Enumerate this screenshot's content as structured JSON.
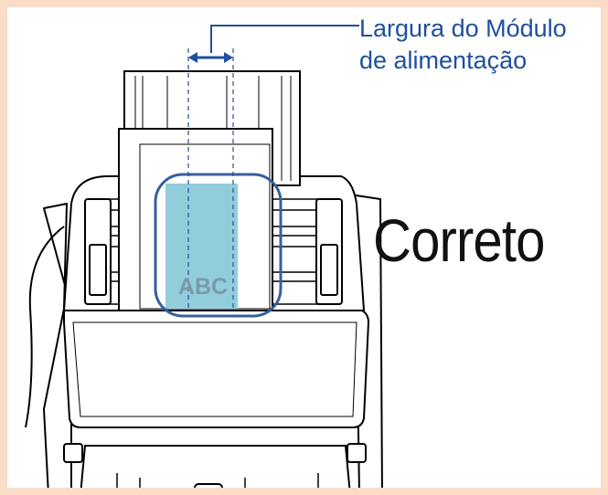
{
  "callout": {
    "line1": "Largura do Módulo",
    "line2": "de alimentação"
  },
  "status_word": "Correto",
  "document_text": "ABC",
  "colors": {
    "border": "#fbdcc6",
    "callout_blue": "#1f4fa0",
    "document_fill": "#92cddc",
    "highlight_stroke": "#37609a",
    "device_line": "#000000"
  },
  "icons": [
    "width-arrow-icon"
  ]
}
